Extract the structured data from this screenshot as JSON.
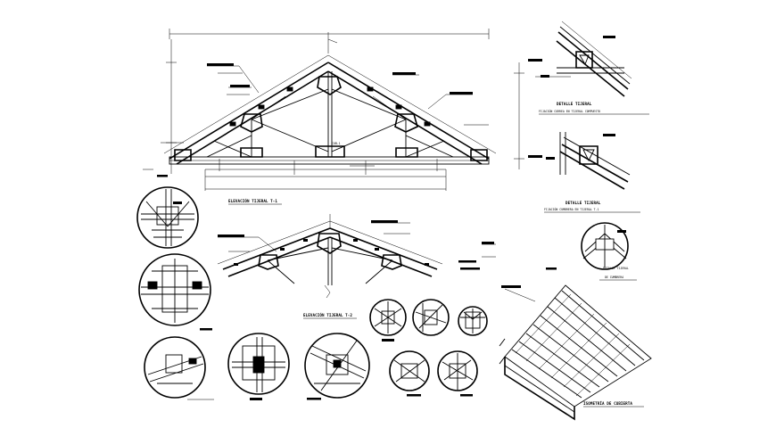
{
  "drawing": {
    "title_elevation_a": "ELEVACIÓN TIJERAL T-1",
    "title_elevation_b": "ELEVACIÓN TIJERAL T-2",
    "title_detail_1": "DETALLE TIJERAL",
    "subtitle_detail_1": "FIJACIÓN CORREA EN TIJERAL COMPUESTO",
    "title_detail_2": "DETALLE TIJERAL",
    "subtitle_detail_2": "FIJACIÓN CUMBRERA EN TIJERAL T-1",
    "title_detail_3": "DETALLE TIJERAL",
    "subtitle_detail_3": "DE CUMBRERA",
    "title_isometric": "ISOMETRÍA DE CUBIERTA",
    "node_label": "CUB-1"
  }
}
